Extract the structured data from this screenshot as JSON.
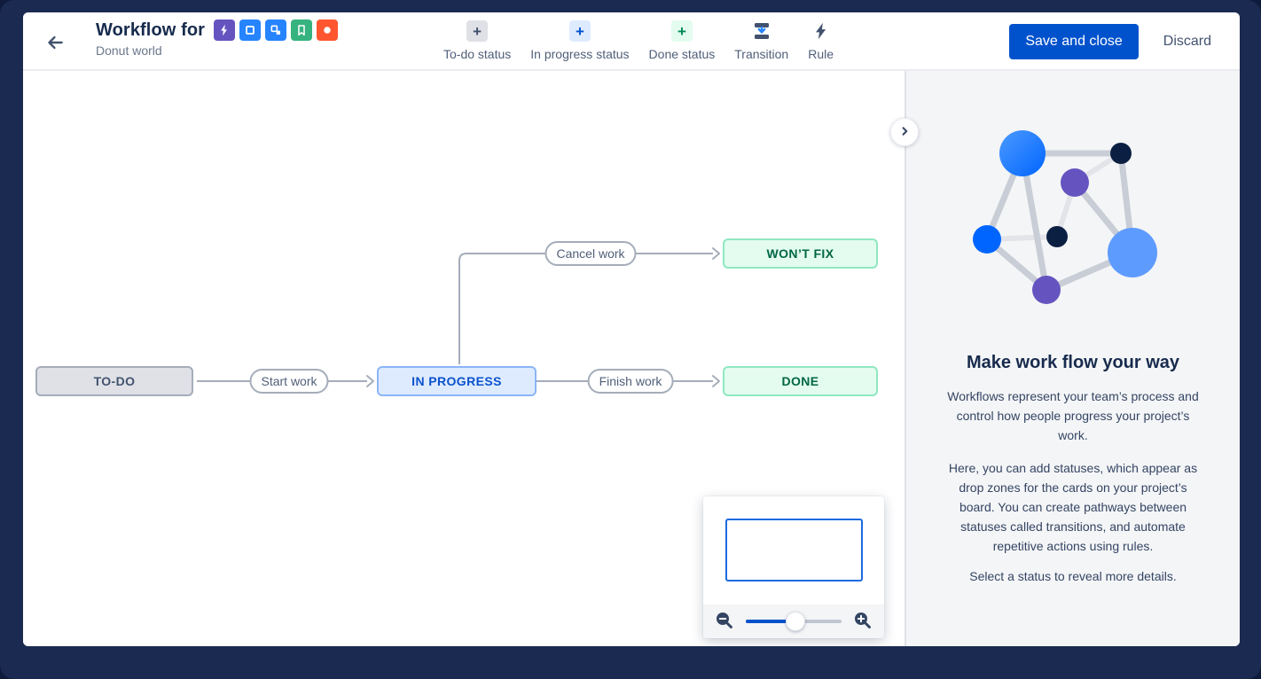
{
  "header": {
    "title": "Workflow for",
    "subtitle": "Donut world",
    "issue_types": {
      "icons": [
        {
          "name": "lightning-bolt-icon",
          "color": "#6554C0"
        },
        {
          "name": "square-outline-icon",
          "color": "#2684FF"
        },
        {
          "name": "subtasks-icon",
          "color": "#2684FF"
        },
        {
          "name": "bookmark-icon",
          "color": "#36B37E"
        },
        {
          "name": "filled-circle-icon",
          "color": "#FF5630"
        }
      ]
    },
    "toolbar": {
      "items": [
        {
          "label": "To-do status",
          "glyph": "+",
          "chip_bg": "#DFE1E6",
          "glyph_color": "#42526E"
        },
        {
          "label": "In progress status",
          "glyph": "+",
          "chip_bg": "#DEEBFF",
          "glyph_color": "#0052CC"
        },
        {
          "label": "Done status",
          "glyph": "+",
          "chip_bg": "#E3FCEF",
          "glyph_color": "#00875A"
        },
        {
          "label": "Transition",
          "icon": "transition-icon"
        },
        {
          "label": "Rule",
          "icon": "rule-lightning-icon"
        }
      ]
    },
    "actions": {
      "save": "Save and close",
      "discard": "Discard"
    }
  },
  "workflow": {
    "statuses": [
      {
        "label": "TO-DO",
        "category": "todo"
      },
      {
        "label": "IN PROGRESS",
        "category": "in-progress"
      },
      {
        "label": "DONE",
        "category": "done"
      },
      {
        "label": "WON’T FIX",
        "category": "done"
      }
    ],
    "transitions": [
      {
        "label": "Start work",
        "from": "TO-DO",
        "to": "IN PROGRESS"
      },
      {
        "label": "Finish work",
        "from": "IN PROGRESS",
        "to": "DONE"
      },
      {
        "label": "Cancel work",
        "from": "IN PROGRESS",
        "to": "WON’T FIX"
      }
    ]
  },
  "minimap": {
    "zoom_slider_position": 0.48
  },
  "panel": {
    "heading": "Make work flow your way",
    "paragraphs": [
      "Workflows represent your team’s process and control how people progress your project’s work.",
      "Here, you can add statuses, which appear as drop zones for the cards on your project’s board. You can create pathways between statuses called transitions, and automate repetitive actions using rules.",
      "Select a status to reveal more details."
    ]
  },
  "colors": {
    "primary_button": "#0052CC",
    "todo_fill": "#DFE1E6",
    "todo_border": "#A5ADBA",
    "in_progress_fill": "#DEEBFF",
    "in_progress_border": "#8BB5F8",
    "in_progress_text": "#0B52CC",
    "done_fill": "#E3FCEF",
    "done_border": "#8FE8C0",
    "done_text": "#006644",
    "edge": "#A5ADBA",
    "frame": "#1B2A50",
    "panel_bg": "#F4F5F7"
  }
}
